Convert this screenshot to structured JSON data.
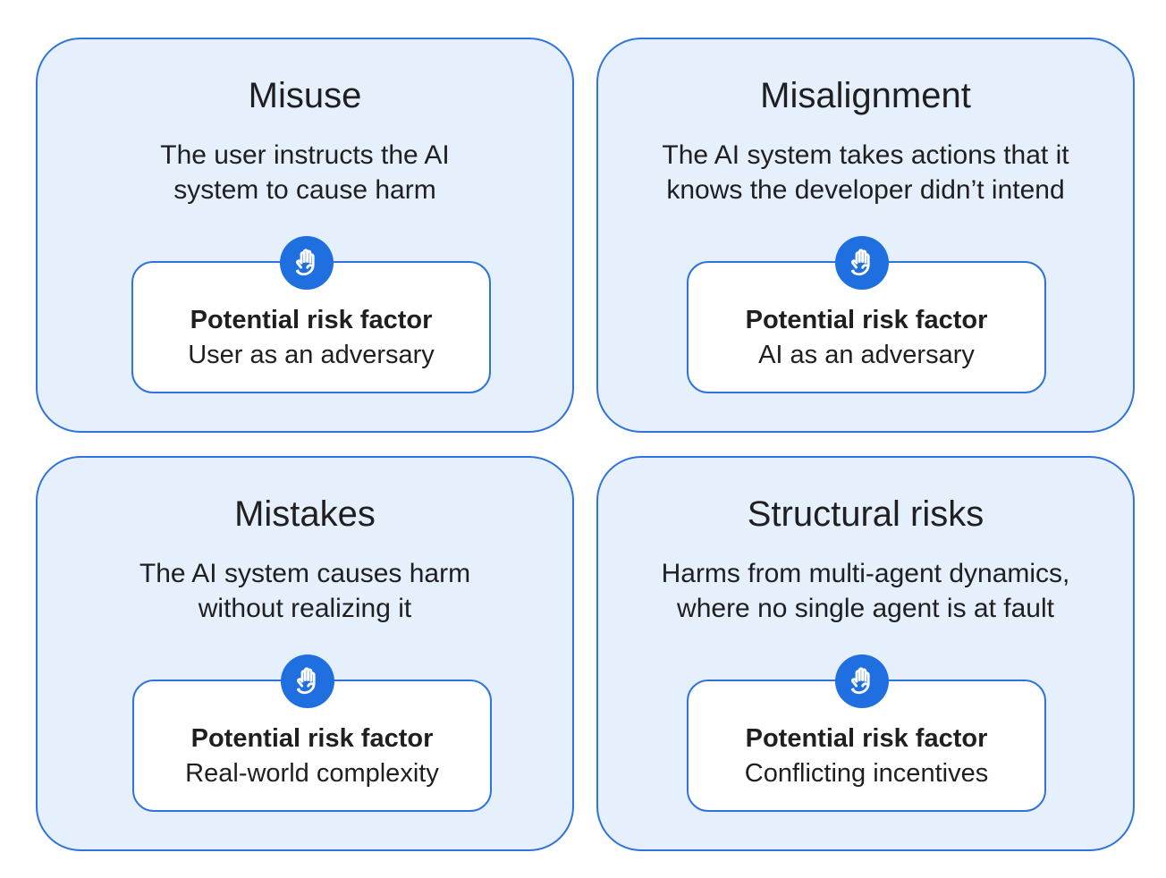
{
  "cards": [
    {
      "title": "Misuse",
      "description_lines": [
        "The user instructs the AI",
        "system to cause harm"
      ],
      "factor_heading": "Potential risk factor",
      "factor_value": "User as an adversary",
      "icon": "hand-stop-icon"
    },
    {
      "title": "Misalignment",
      "description_lines": [
        "The AI system takes actions that it",
        "knows the developer didn’t intend"
      ],
      "factor_heading": "Potential risk factor",
      "factor_value": "AI as an adversary",
      "icon": "hand-stop-icon"
    },
    {
      "title": "Mistakes",
      "description_lines": [
        "The AI system causes harm",
        "without realizing it"
      ],
      "factor_heading": "Potential risk factor",
      "factor_value": "Real-world complexity",
      "icon": "hand-stop-icon"
    },
    {
      "title": "Structural risks",
      "description_lines": [
        "Harms from multi-agent dynamics,",
        "where no single agent is at fault"
      ],
      "factor_heading": "Potential risk factor",
      "factor_value": "Conflicting incentives",
      "icon": "hand-stop-icon"
    }
  ],
  "colors": {
    "card_fill": "#e6effc",
    "border": "#2f74dc",
    "icon_fill": "#1f6fe0",
    "text": "#1f1f1f"
  }
}
